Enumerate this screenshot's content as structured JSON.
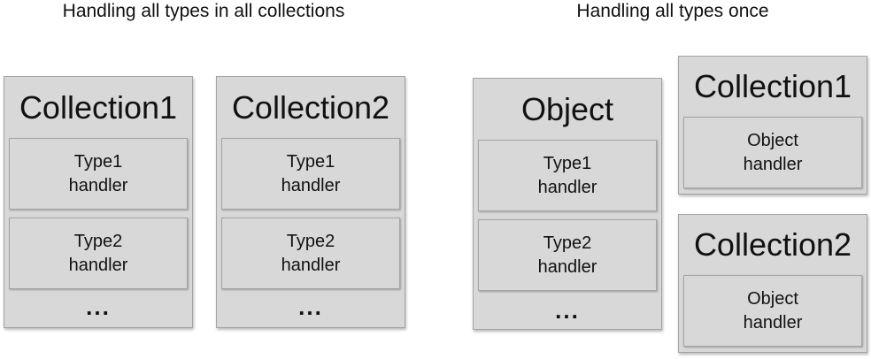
{
  "headings": {
    "left": "Handling all types in all collections",
    "right": "Handling all types once"
  },
  "left_boxes": [
    {
      "title": "Collection1",
      "handlers": [
        "Type1\nhandler",
        "Type2\nhandler"
      ],
      "more": "..."
    },
    {
      "title": "Collection2",
      "handlers": [
        "Type1\nhandler",
        "Type2\nhandler"
      ],
      "more": "..."
    }
  ],
  "object_box": {
    "title": "Object",
    "handlers": [
      "Type1\nhandler",
      "Type2\nhandler"
    ],
    "more": "..."
  },
  "right_collections": [
    {
      "title": "Collection1",
      "handler": "Object\nhandler"
    },
    {
      "title": "Collection2",
      "handler": "Object\nhandler"
    }
  ]
}
